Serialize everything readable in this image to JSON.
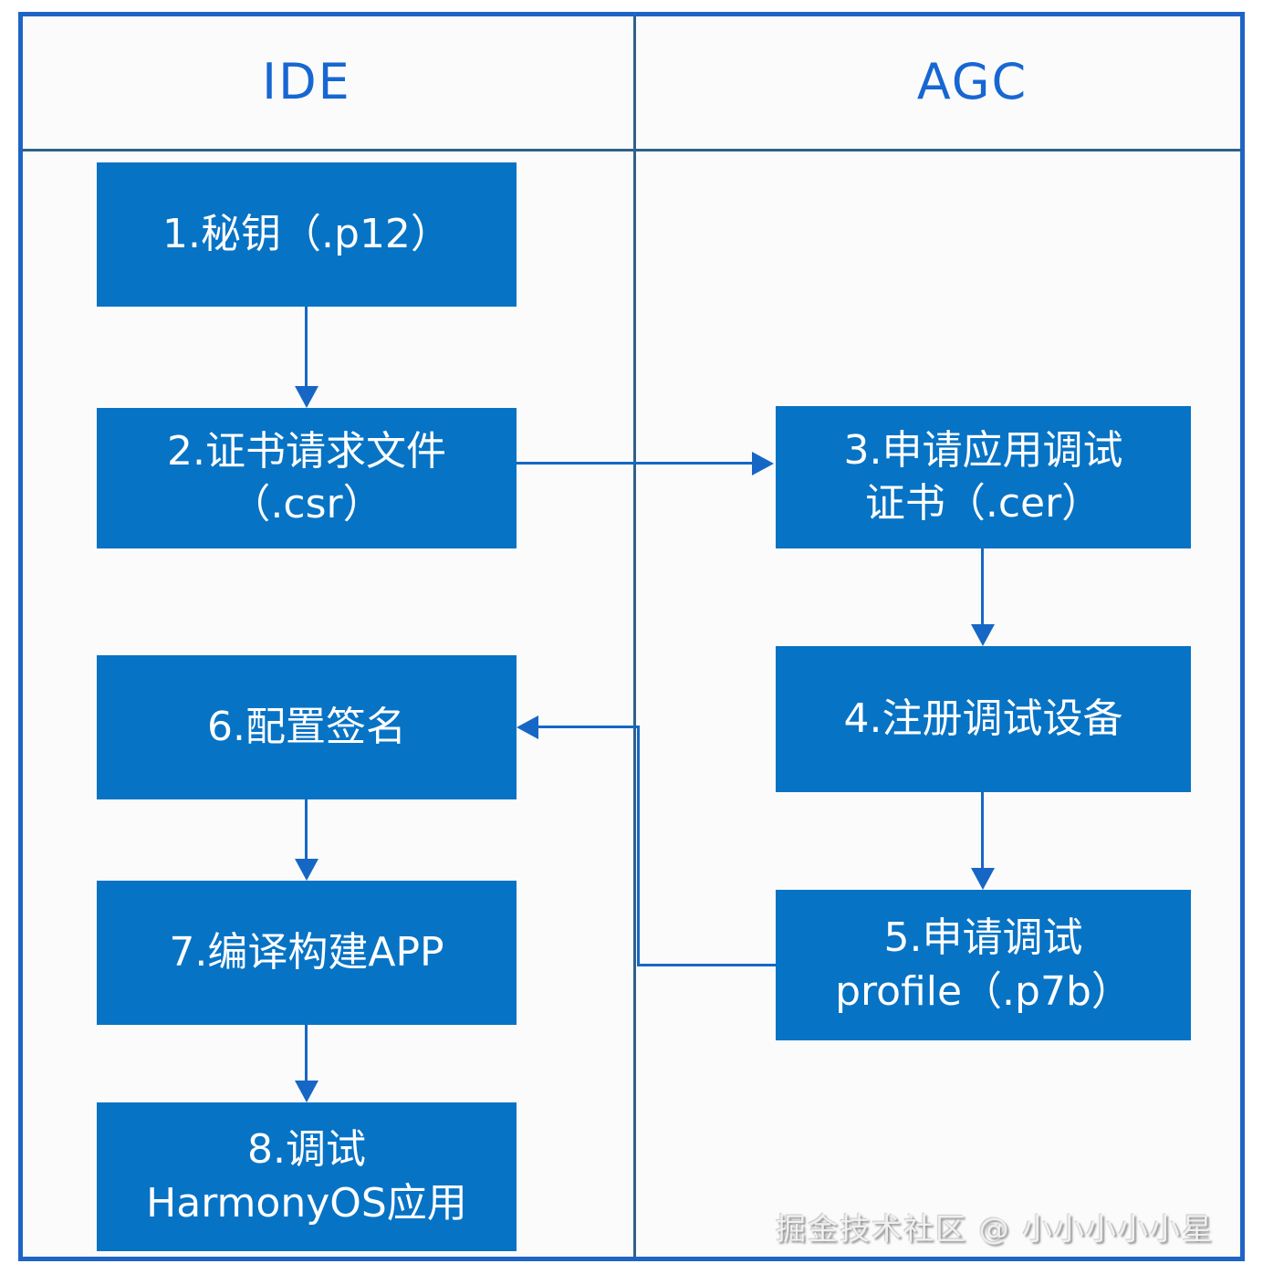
{
  "diagram": {
    "type": "flowchart",
    "columns": [
      {
        "id": "ide",
        "label": "IDE"
      },
      {
        "id": "agc",
        "label": "AGC"
      }
    ],
    "boxes": [
      {
        "id": "1",
        "column": "ide",
        "lines": [
          "1.秘钥（.p12）"
        ]
      },
      {
        "id": "2",
        "column": "ide",
        "lines": [
          "2.证书请求文件",
          "（.csr）"
        ]
      },
      {
        "id": "3",
        "column": "agc",
        "lines": [
          "3.申请应用调试",
          "证书（.cer）"
        ]
      },
      {
        "id": "4",
        "column": "agc",
        "lines": [
          "4.注册调试设备"
        ]
      },
      {
        "id": "5",
        "column": "agc",
        "lines": [
          "5.申请调试",
          "profile（.p7b）"
        ]
      },
      {
        "id": "6",
        "column": "ide",
        "lines": [
          "6.配置签名"
        ]
      },
      {
        "id": "7",
        "column": "ide",
        "lines": [
          "7.编译构建APP"
        ]
      },
      {
        "id": "8",
        "column": "ide",
        "lines": [
          "8.调试",
          "HarmonyOS应用"
        ]
      }
    ],
    "edges": [
      {
        "from": "1",
        "to": "2"
      },
      {
        "from": "2",
        "to": "3"
      },
      {
        "from": "3",
        "to": "4"
      },
      {
        "from": "4",
        "to": "5"
      },
      {
        "from": "5",
        "to": "6"
      },
      {
        "from": "6",
        "to": "7"
      },
      {
        "from": "7",
        "to": "8"
      }
    ],
    "colors": {
      "node_fill": "#0773c5",
      "node_text": "#ffffff",
      "frame_border": "#1e64c6",
      "lane_divider": "#2f618a",
      "arrow": "#1667c5",
      "header_text": "#1767d2",
      "background": "#fbfbfb"
    }
  },
  "watermark": {
    "text": "掘金技术社区 @ 小小小小小星"
  }
}
